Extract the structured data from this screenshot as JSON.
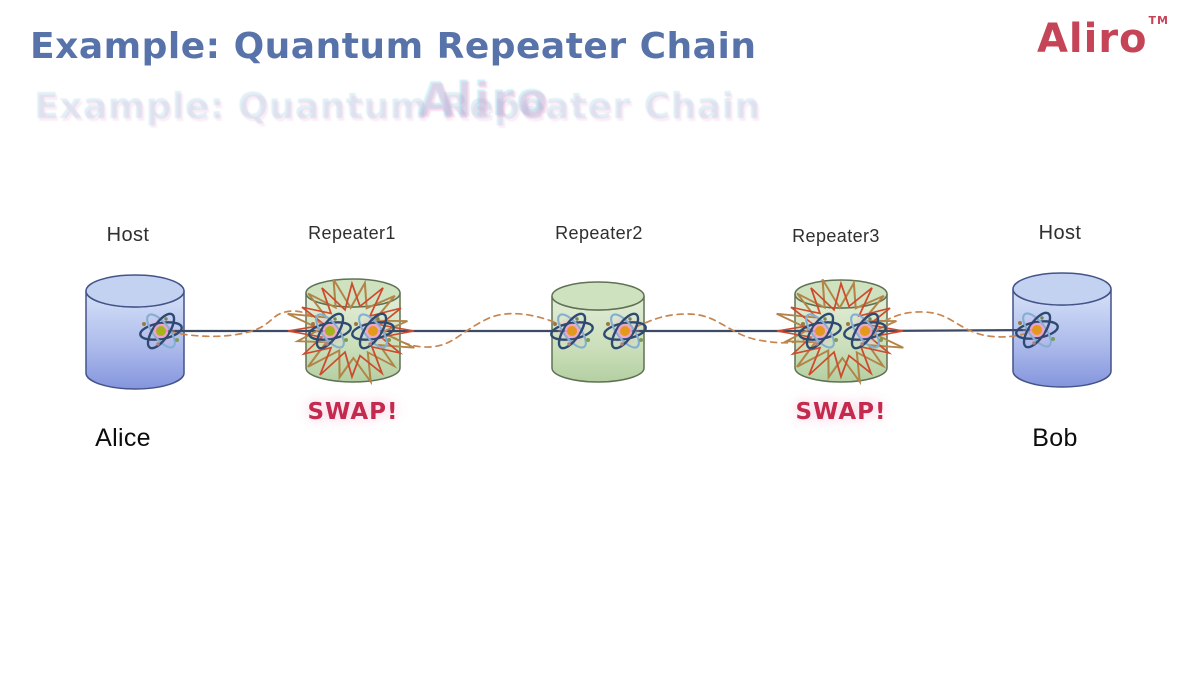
{
  "slide": {
    "title": "Example: Quantum Repeater Chain",
    "logo": {
      "text": "Aliro",
      "tm": "TM"
    }
  },
  "diagram": {
    "swap_label": "SWAP!",
    "nodes": [
      {
        "role": "Host",
        "name": "Alice",
        "kind": "host",
        "atoms": 1,
        "swap": false,
        "icon": "atom-icon"
      },
      {
        "role": "Repeater1",
        "kind": "repeater",
        "atoms": 2,
        "swap": true,
        "icon": "atom-icon"
      },
      {
        "role": "Repeater2",
        "kind": "repeater",
        "atoms": 2,
        "swap": false,
        "icon": "atom-icon"
      },
      {
        "role": "Repeater3",
        "kind": "repeater",
        "atoms": 2,
        "swap": true,
        "icon": "atom-icon"
      },
      {
        "role": "Host",
        "name": "Bob",
        "kind": "host",
        "atoms": 1,
        "swap": false,
        "icon": "atom-icon"
      }
    ]
  },
  "colors": {
    "title": "#5873aa",
    "logo": "#c64458",
    "swap": "#c42a4d",
    "label": "#2f2f2f",
    "host_cylinder_top": "#c2d2f0",
    "host_cylinder_bottom": "#8495dd",
    "repeater_cylinder_top": "#cfe2c0",
    "repeater_cylinder_bottom": "#b7d1a5",
    "link_solid": "#3d4a66",
    "link_dashed": "#c9854f",
    "burst_red": "#cd4a2c",
    "burst_tan": "#b28447"
  }
}
